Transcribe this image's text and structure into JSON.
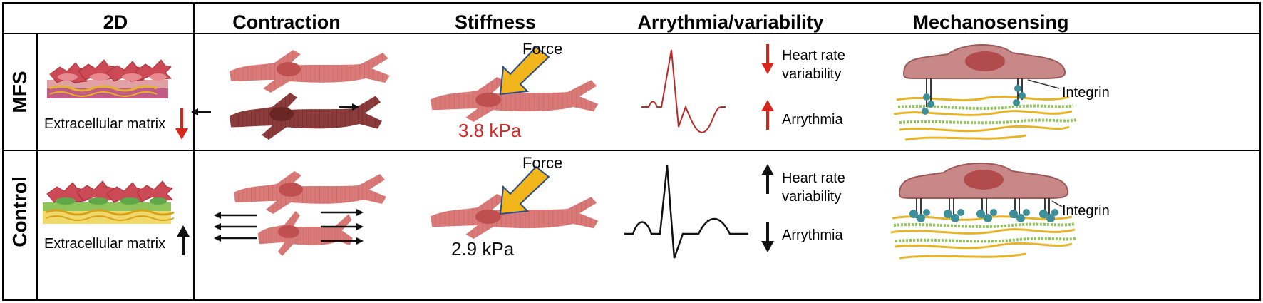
{
  "headers": {
    "col_2d": "2D",
    "contraction": "Contraction",
    "stiffness": "Stiffness",
    "arrhythmia": "Arrythmia/variability",
    "mechanosensing": "Mechanosensing"
  },
  "rows": {
    "mfs": {
      "label": "MFS",
      "ecm_label": "Extracellular matrix",
      "force_label": "Force",
      "stiffness_value": "3.8 kPa",
      "stiffness_color": "#d62a2a",
      "hrv_label_line1": "Heart rate",
      "hrv_label_line2": "variability",
      "arrhythmia_label": "Arrythmia",
      "integrin_label": "Integrin",
      "ecg_color": "#b82a2a"
    },
    "control": {
      "label": "Control",
      "ecm_label": "Extracellular matrix",
      "force_label": "Force",
      "stiffness_value": "2.9 kPa",
      "stiffness_color": "#111111",
      "hrv_label_line1": "Heart rate",
      "hrv_label_line2": "variability",
      "arrhythmia_label": "Arrythmia",
      "integrin_label": "Integrin",
      "ecg_color": "#111111"
    }
  },
  "colors": {
    "arrow_red": "#d9261c",
    "arrow_black": "#111111",
    "cell_pink": "#d97a78",
    "cell_dark": "#8c3a3a",
    "force_arrow": "#f2b51c",
    "fiber_yellow": "#e6b42a",
    "fiber_green": "#8fc45a",
    "integrin_teal": "#3f8f9a"
  }
}
